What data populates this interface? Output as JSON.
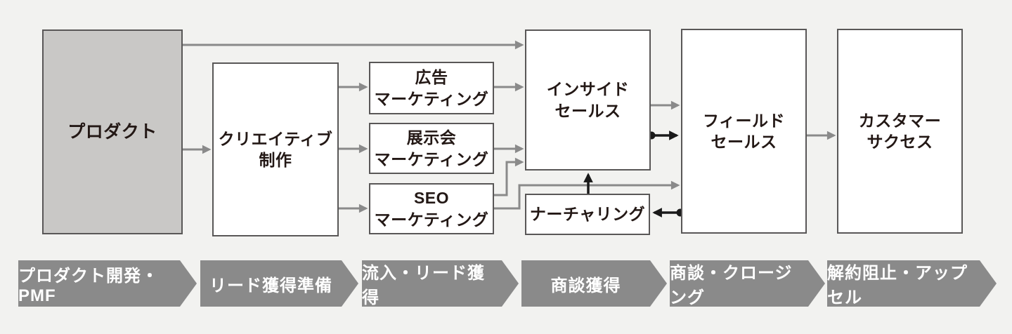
{
  "diagram": {
    "nodes": {
      "product": {
        "label": "プロダクト"
      },
      "creative": {
        "label": "クリエイティブ\n制作"
      },
      "ad_marketing": {
        "label": "広告\nマーケティング"
      },
      "expo_marketing": {
        "label": "展示会\nマーケティング"
      },
      "seo_marketing": {
        "label": "SEO\nマーケティング"
      },
      "inside_sales": {
        "label": "インサイド\nセールス"
      },
      "nurturing": {
        "label": "ナーチャリング"
      },
      "field_sales": {
        "label": "フィールド\nセールス"
      },
      "customer_success": {
        "label": "カスタマー\nサクセス"
      }
    },
    "edges": [
      {
        "from": "product",
        "to": "inside_sales",
        "style": "gray-arrow"
      },
      {
        "from": "product",
        "to": "creative",
        "style": "gray-arrow"
      },
      {
        "from": "creative",
        "to": "ad_marketing",
        "style": "gray-arrow"
      },
      {
        "from": "creative",
        "to": "expo_marketing",
        "style": "gray-arrow"
      },
      {
        "from": "creative",
        "to": "seo_marketing",
        "style": "gray-arrow"
      },
      {
        "from": "ad_marketing",
        "to": "inside_sales",
        "style": "gray-arrow"
      },
      {
        "from": "expo_marketing",
        "to": "inside_sales",
        "style": "gray-arrow"
      },
      {
        "from": "seo_marketing",
        "to": "inside_sales",
        "style": "gray-arrow"
      },
      {
        "from": "seo_marketing",
        "to": "field_sales",
        "style": "gray-arrow"
      },
      {
        "from": "inside_sales",
        "to": "field_sales",
        "style": "gray-arrow"
      },
      {
        "from": "inside_sales",
        "to": "field_sales",
        "style": "black-dot-arrow"
      },
      {
        "from": "field_sales",
        "to": "nurturing",
        "style": "black-dot-arrow"
      },
      {
        "from": "nurturing",
        "to": "inside_sales",
        "style": "black-dot-arrow"
      },
      {
        "from": "field_sales",
        "to": "customer_success",
        "style": "gray-arrow"
      }
    ]
  },
  "process_steps": [
    {
      "label": "プロダクト開発・PMF"
    },
    {
      "label": "リード獲得準備"
    },
    {
      "label": "流入・リード獲得"
    },
    {
      "label": "商談獲得"
    },
    {
      "label": "商談・クロージング"
    },
    {
      "label": "解約阻止・アップセル"
    }
  ],
  "colors": {
    "background": "#f2f2f0",
    "box_border": "#595757",
    "box_fill": "#ffffff",
    "product_fill": "#c9c8c6",
    "text": "#231815",
    "arrow_gray": "#8a8a8a",
    "arrow_black": "#1a1a1a",
    "banner_fill": "#8a8a8a",
    "banner_text": "#ffffff"
  }
}
